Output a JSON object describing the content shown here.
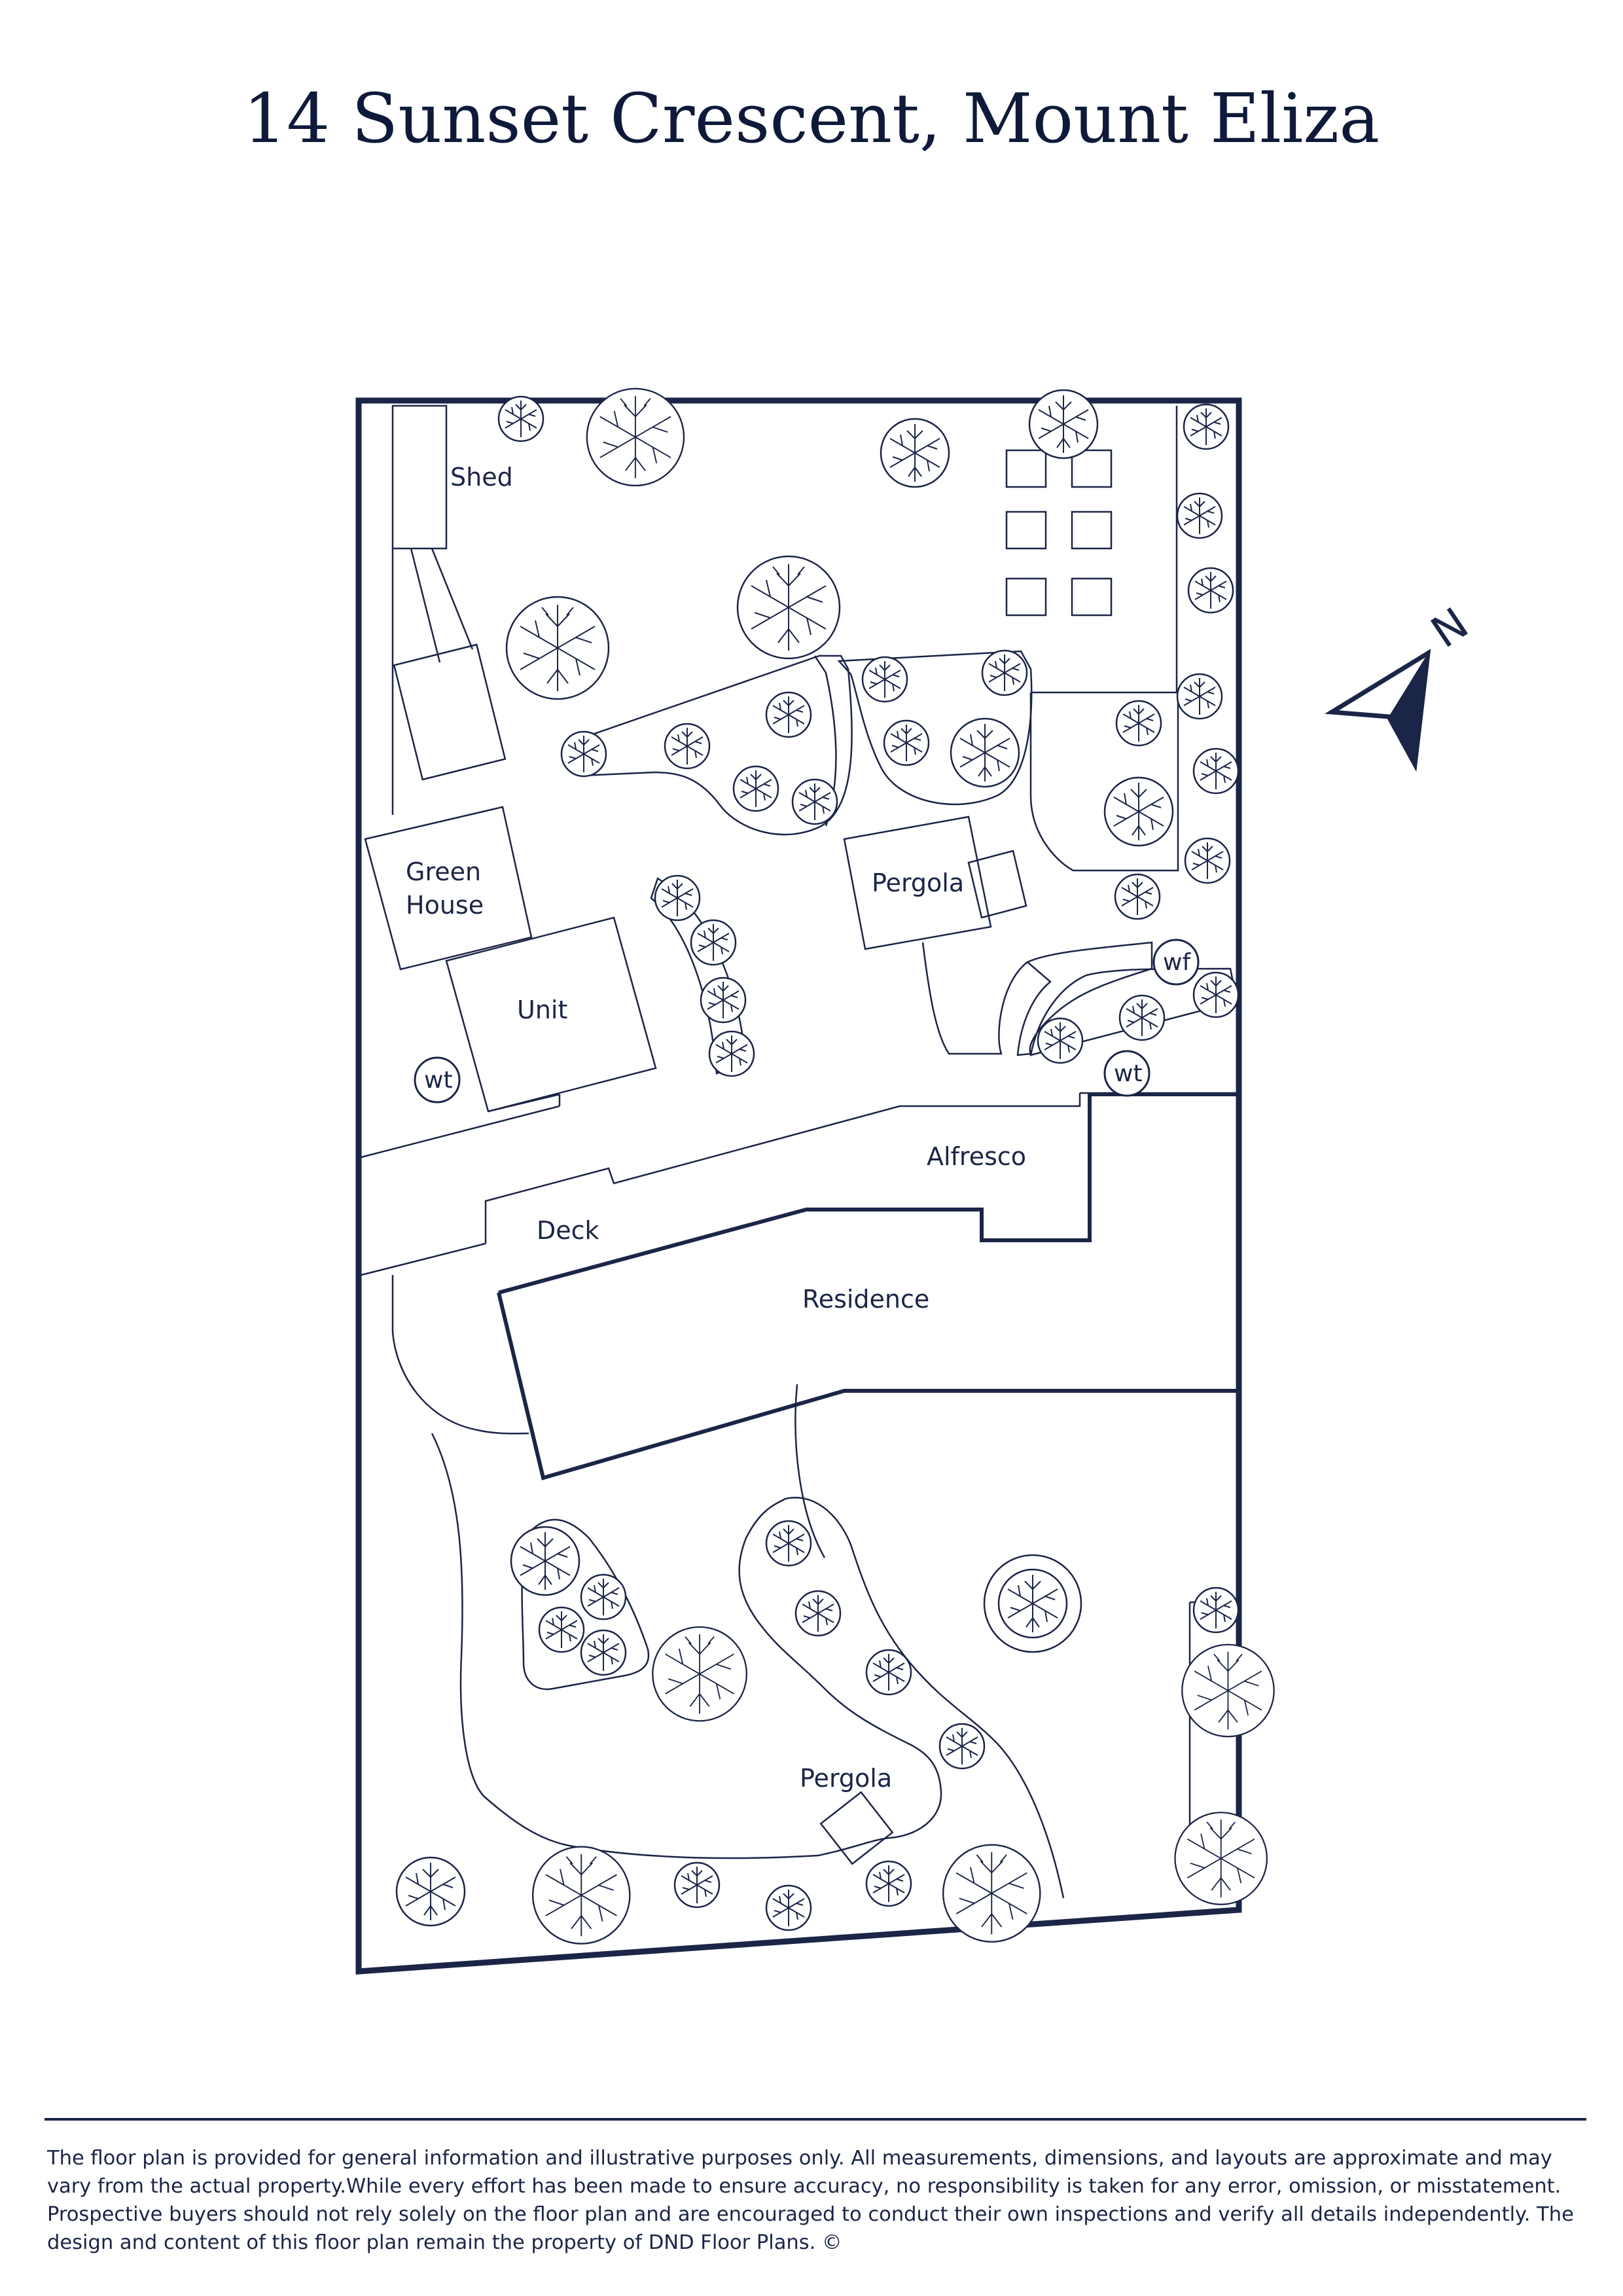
{
  "title": "14 Sunset Crescent, Mount Eliza",
  "labels": {
    "shed": "Shed",
    "green_house_line1": "Green",
    "green_house_line2": "House",
    "unit": "Unit",
    "pergola_north": "Pergola",
    "pergola_south": "Pergola",
    "alfresco": "Alfresco",
    "deck": "Deck",
    "residence": "Residence",
    "water_tank_west": "wt",
    "water_tank_east": "wt",
    "water_feature": "wf",
    "north_marker": "N"
  },
  "disclaimer": "The floor plan is provided for general information and illustrative purposes only. All measurements, dimensions, and layouts are approximate and may vary from the actual property.While every effort has been made to ensure accuracy, no responsibility is taken for any error, omission, or misstatement. Prospective buyers should not rely solely on the floor plan and are encouraged to conduct their own inspections and verify all details independently. The design and content of this floor plan remain the property of DND Floor Plans. ©",
  "colors": {
    "ink": "#1b2547",
    "paper": "#ffffff"
  }
}
